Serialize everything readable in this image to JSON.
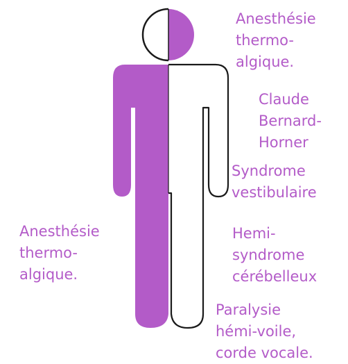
{
  "colors": {
    "affected_side": "#b35bc8",
    "label_text": "#b35bc8",
    "outline": "#1a1a1a",
    "background": "#ffffff"
  },
  "figure": {
    "head": "left half white, right half purple",
    "body": "left half purple, right half white"
  },
  "labels": {
    "right_top": {
      "lines": [
        "Anesthésie",
        "thermo-",
        "algique."
      ]
    },
    "claude_bernard_horner": {
      "lines": [
        "Claude",
        "Bernard-",
        "Horner"
      ]
    },
    "syndrome_vestibulaire": {
      "lines": [
        "Syndrome",
        "vestibulaire"
      ]
    },
    "left_middle": {
      "lines": [
        "Anesthésie",
        "thermo-",
        "algique."
      ]
    },
    "hemi_syndrome": {
      "lines": [
        "Hemi-",
        "syndrome",
        "cérébelleux"
      ]
    },
    "paralysie": {
      "lines": [
        "Paralysie",
        "hémi-voile,",
        "corde vocale."
      ]
    }
  }
}
